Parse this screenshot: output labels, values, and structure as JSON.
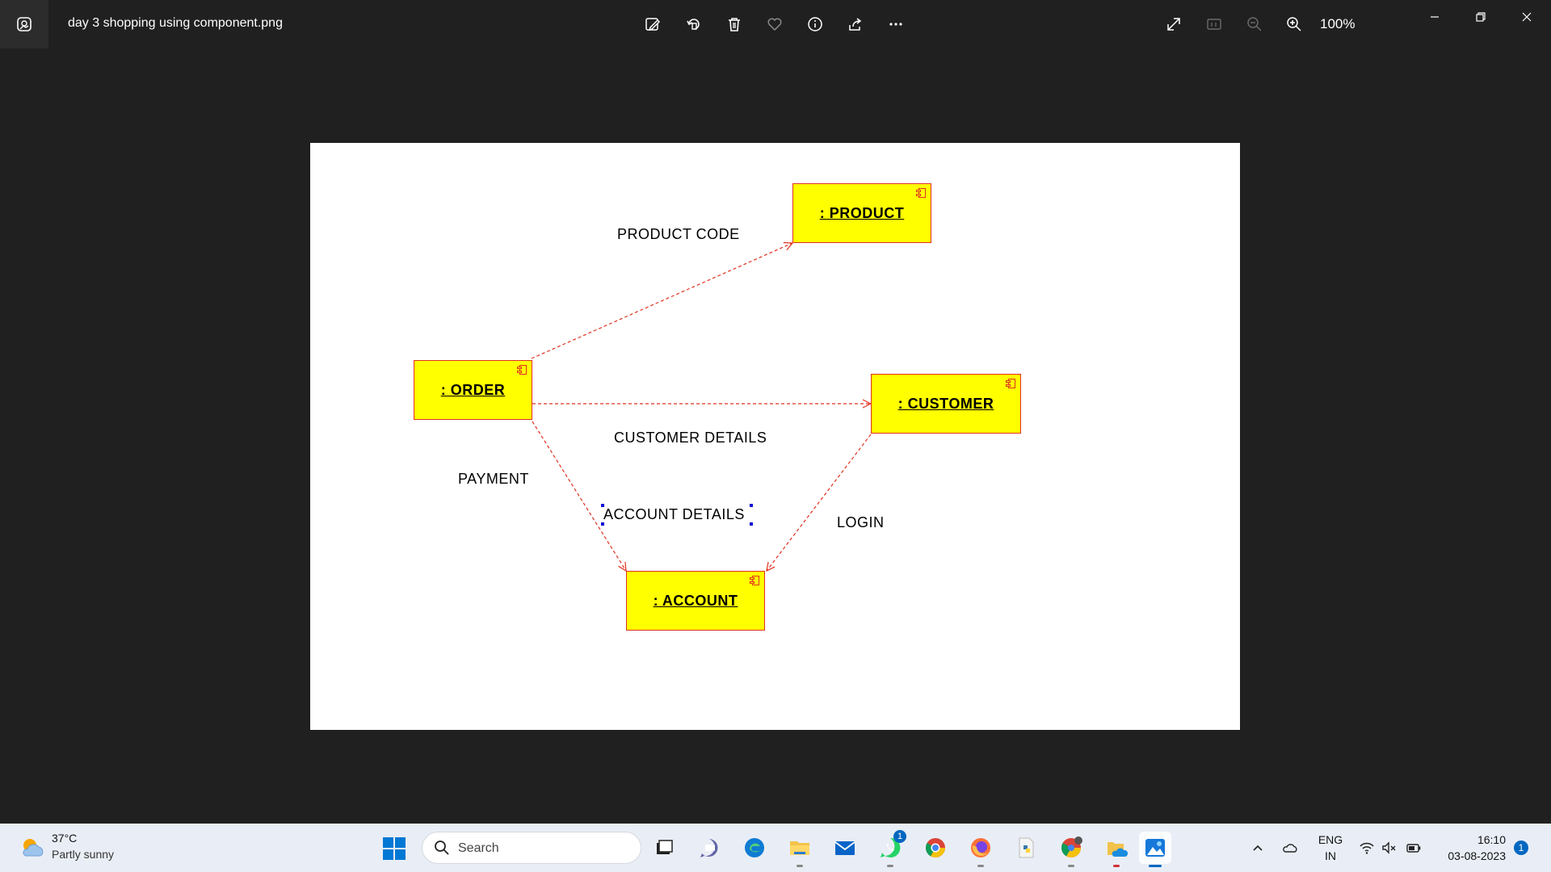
{
  "window": {
    "file_name": "day 3 shopping using component.png",
    "zoom_level": "100%"
  },
  "toolbar": {
    "icons": [
      "edit-image-icon",
      "rotate-icon",
      "delete-icon",
      "favorite-icon",
      "info-icon",
      "share-icon",
      "more-icon",
      "fullscreen-icon",
      "actual-size-icon",
      "zoom-out-icon",
      "zoom-in-icon"
    ]
  },
  "diagram": {
    "components": {
      "product": ": PRODUCT",
      "order": ": ORDER",
      "customer": ": CUSTOMER",
      "account": ": ACCOUNT"
    },
    "labels": {
      "product_code": "PRODUCT CODE",
      "customer_details": "CUSTOMER DETAILS",
      "payment": "PAYMENT",
      "account_details": "ACCOUNT DETAILS",
      "login": "LOGIN"
    },
    "colors": {
      "component_fill": "#ffff00",
      "component_border": "#e0301e",
      "connector": "#e0301e"
    }
  },
  "taskbar": {
    "weather": {
      "temp": "37°C",
      "desc": "Partly sunny"
    },
    "search_label": "Search",
    "apps": [
      "task-view",
      "teams",
      "edge",
      "file-explorer",
      "mail",
      "whatsapp",
      "chrome",
      "firefox",
      "python",
      "chrome-profile",
      "onedrive-folder",
      "photos"
    ],
    "whatsapp_badge": "1",
    "lang_line1": "ENG",
    "lang_line2": "IN",
    "time": "16:10",
    "date": "03-08-2023",
    "notifications": "1"
  }
}
